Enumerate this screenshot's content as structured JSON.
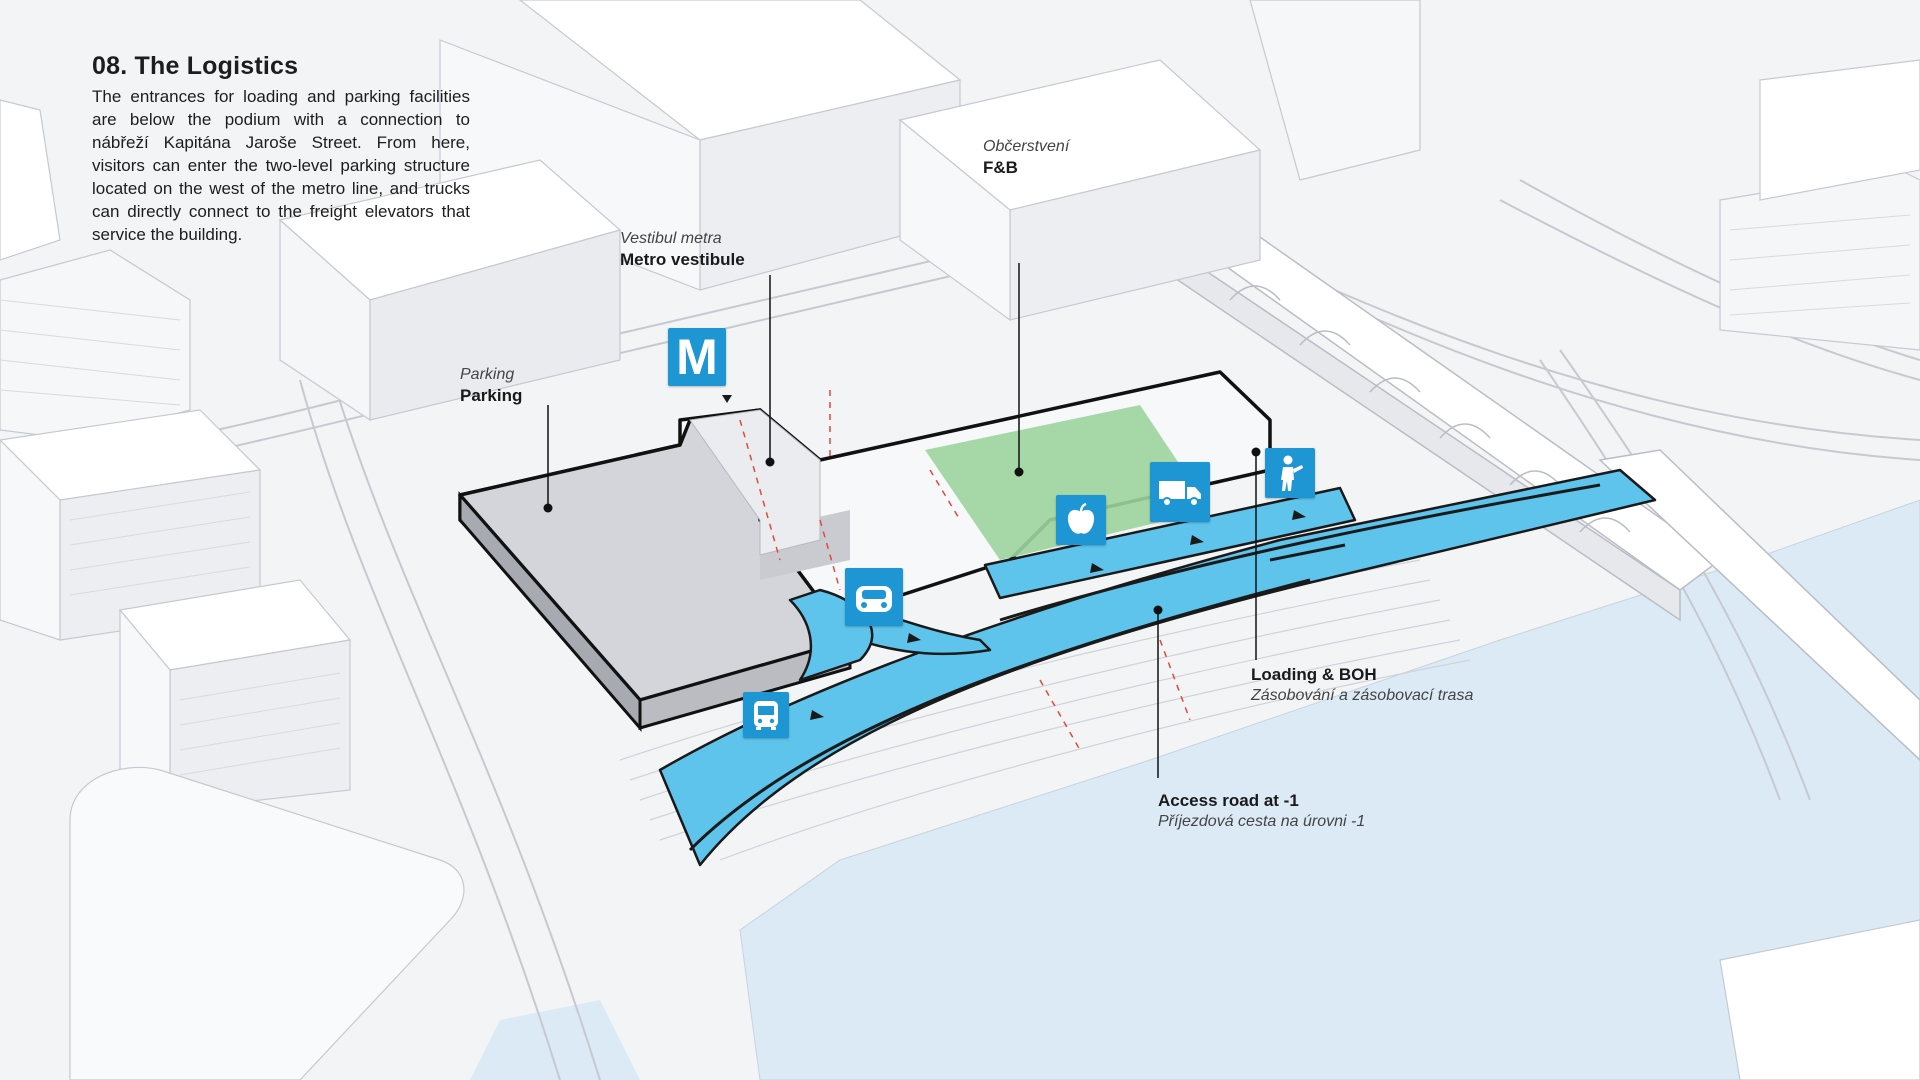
{
  "intro": {
    "title": "08. The Logistics",
    "text": "The entrances for loading and parking facilities are below the podium with a connection to nábřeží Kapitána Jaroše Street. From here, visitors can enter the two-level parking structure located on the west of the metro line, and trucks can directly connect to the freight elevators that service the building."
  },
  "labels": {
    "parking": {
      "cz": "Parking",
      "en": "Parking"
    },
    "metro": {
      "cz": "Vestibul metra",
      "en": "Metro vestibule"
    },
    "fnb": {
      "cz": "Občerstvení",
      "en": "F&B"
    },
    "loading": {
      "en": "Loading & BOH",
      "cz": "Zásobování a zásobovací trasa"
    },
    "access": {
      "en": "Access road at -1",
      "cz": "Příjezdová cesta na úrovni -1"
    }
  },
  "icons": {
    "metro_letter": "M",
    "names": [
      "metro-icon",
      "car-icon",
      "bus-icon",
      "food-apple-icon",
      "truck-icon",
      "worker-icon"
    ]
  },
  "colors": {
    "road": "#5ec4ec",
    "road_dark": "#1e96d3",
    "fnb_zone": "#9bd49c",
    "parking_roof": "#d3d5da",
    "water": "#dceaf6",
    "outline": "#111111",
    "guides": "#e04a3a"
  }
}
